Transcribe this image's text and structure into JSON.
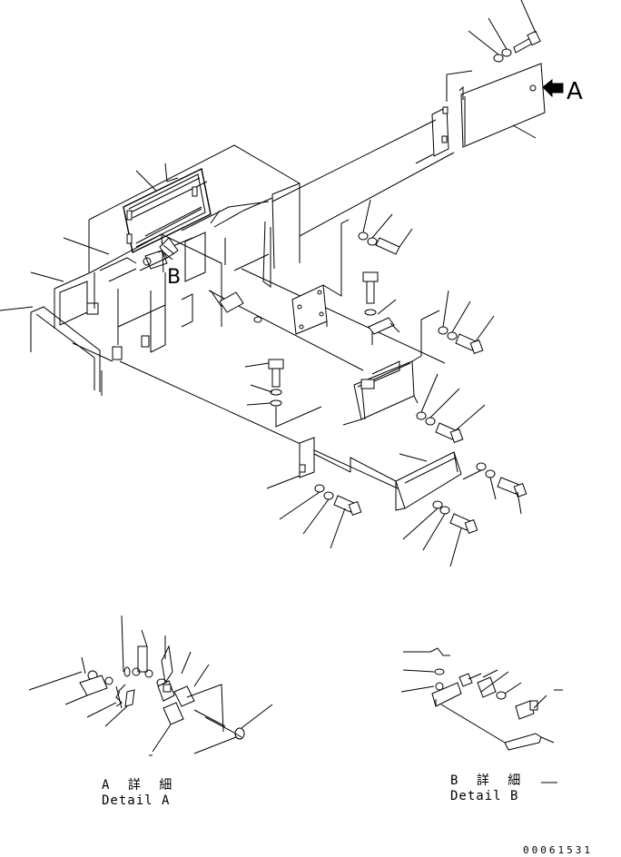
{
  "view_labels": {
    "view_a": "A",
    "view_b": "B"
  },
  "details": {
    "detail_a": {
      "caption_jp": "A 詳 細",
      "caption_en": "Detail A"
    },
    "detail_b": {
      "caption_jp": "B 詳 細",
      "caption_en": "Detail B"
    }
  },
  "drawing_number": "00061531",
  "colors": {
    "ink": "#000000",
    "paper": "#ffffff"
  }
}
